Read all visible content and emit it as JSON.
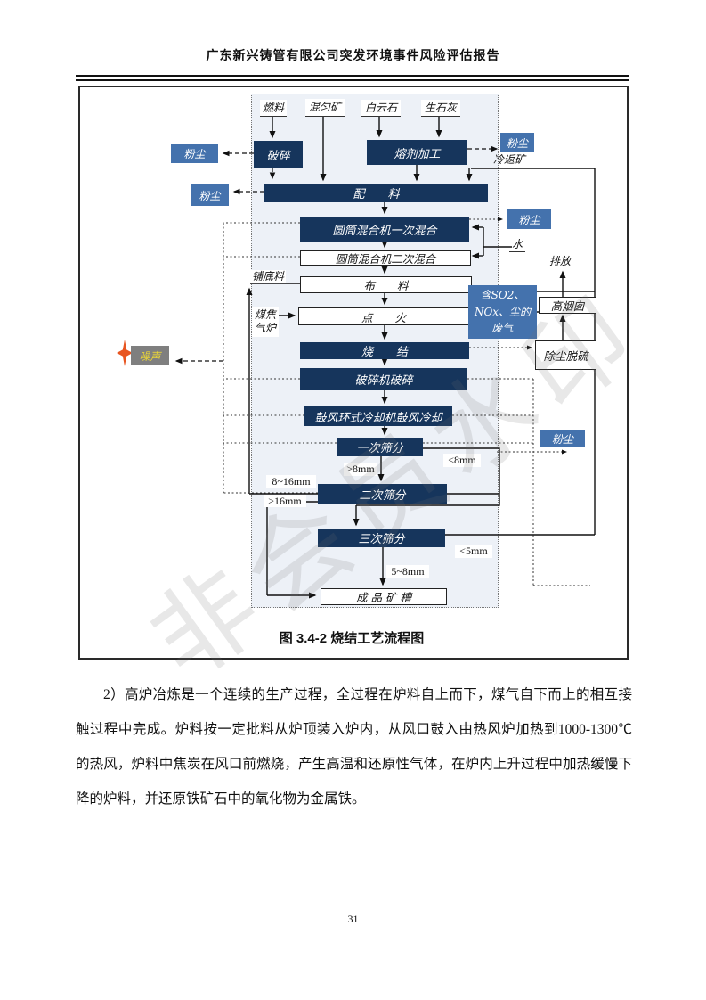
{
  "header": {
    "title": "广东新兴铸管有限公司突发环境事件风险评估报告"
  },
  "figure": {
    "caption": "图 3.4-2  烧结工艺流程图",
    "inputs": {
      "fuel": "燃料",
      "blended_ore": "混匀矿",
      "dolomite": "白云石",
      "quicklime": "生石灰"
    },
    "process": {
      "crush": "破碎",
      "flux": "熔剂加工",
      "batching": "配　　料",
      "mix1": "圆筒混合机一次混合",
      "mix2": "圆筒混合机二次混合",
      "distribute": "布　　料",
      "ignite": "点　　火",
      "sinter": "烧　　结",
      "crusher": "破碎机破碎",
      "cooling": "鼓风环式冷却机鼓风冷却",
      "screen1": "一次筛分",
      "screen2": "二次筛分",
      "screen3": "三次筛分",
      "bin": "成 品 矿 槽"
    },
    "emissions": {
      "dust": "粉尘",
      "noise": "噪声",
      "waste_gas_lines": [
        "含SO2、",
        "NOx、尘的",
        "废气"
      ]
    },
    "treatment": {
      "stack": "高烟囱",
      "desulf": "除尘脱硫",
      "discharge": "排放"
    },
    "labels": {
      "cold_return": "冷返矿",
      "water": "水",
      "hearth": "铺底料",
      "gas_furnace_lines": [
        "煤焦",
        "气炉"
      ],
      "gt8": ">8mm",
      "lt8": "<8mm",
      "r8_16": "8~16mm",
      "gt16": ">16mm",
      "lt5": "<5mm",
      "r5_8": "5~8mm"
    },
    "colors": {
      "dark_box": "#16355c",
      "blue_box": "#4472ad",
      "panel_bg": "#edf1f7",
      "noise_bg": "#7f7f7f",
      "noise_text": "#e6d23a",
      "star": "#e85520"
    }
  },
  "watermark": "非会员水印",
  "body": {
    "paragraph": "2）高炉冶炼是一个连续的生产过程，全过程在炉料自上而下，煤气自下而上的相互接触过程中完成。炉料按一定批料从炉顶装入炉内，从风口鼓入由热风炉加热到1000-1300℃的热风，炉料中焦炭在风口前燃烧，产生高温和还原性气体，在炉内上升过程中加热缓慢下降的炉料，并还原铁矿石中的氧化物为金属铁。"
  },
  "footer": {
    "page_number": "31"
  }
}
